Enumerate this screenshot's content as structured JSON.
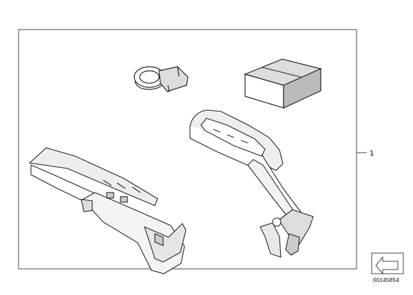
{
  "diagram": {
    "callouts": [
      {
        "label": "1",
        "target": "parts-kit"
      }
    ],
    "drawing_code": "00145854",
    "components": [
      {
        "icon": "cable-clip-icon"
      },
      {
        "icon": "package-box-icon"
      },
      {
        "icon": "console-tray-icon"
      },
      {
        "icon": "armrest-frame-icon"
      },
      {
        "icon": "orientation-arrow-icon"
      }
    ]
  }
}
